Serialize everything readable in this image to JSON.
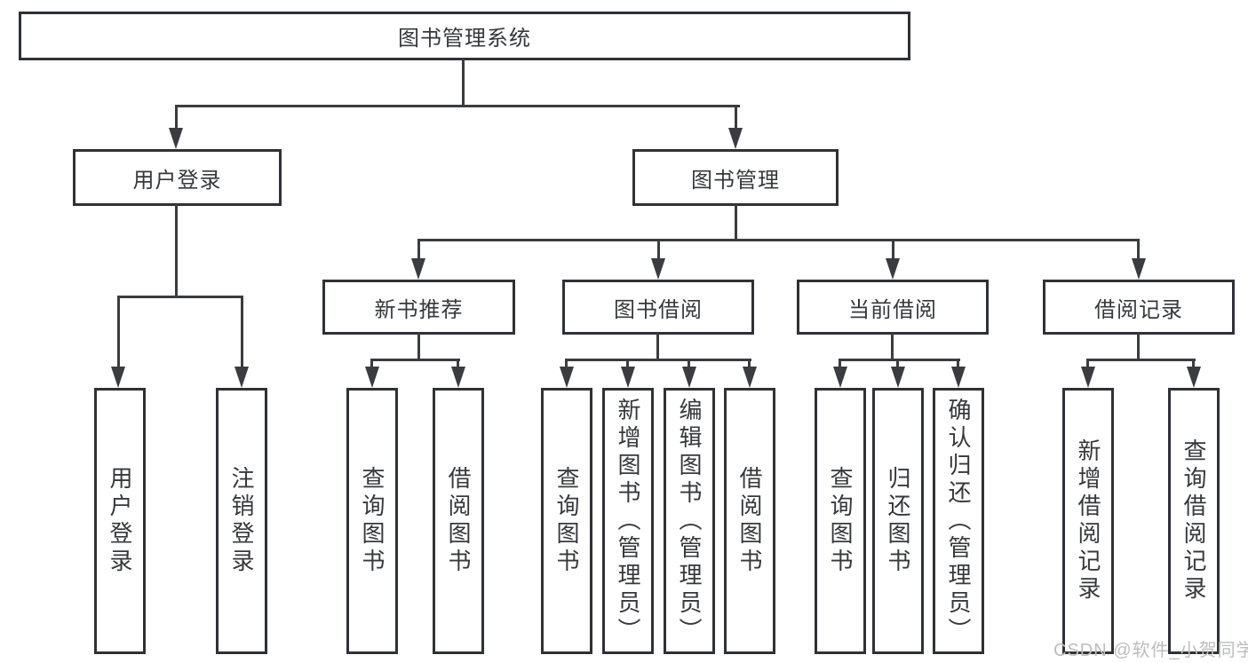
{
  "diagram": {
    "root": {
      "label": "图书管理系统"
    },
    "level2": [
      {
        "label": "用户登录"
      },
      {
        "label": "图书管理"
      }
    ],
    "level3": [
      {
        "label": "新书推荐"
      },
      {
        "label": "图书借阅"
      },
      {
        "label": "当前借阅"
      },
      {
        "label": "借阅记录"
      }
    ],
    "leaves": {
      "user_login": [
        "用户登录",
        "注销登录"
      ],
      "new_book_recommend": [
        "查询图书",
        "借阅图书"
      ],
      "book_borrow": [
        "查询图书",
        "新增图书（管理员）",
        "编辑图书（管理员）",
        "借阅图书"
      ],
      "current_borrow": [
        "查询图书",
        "归还图书",
        "确认归还（管理员）"
      ],
      "borrow_records": [
        "新增借阅记录",
        "查询借阅记录"
      ]
    }
  },
  "colors": {
    "line": "#3a3c40",
    "text": "#36383c",
    "box_border": "#2f3136",
    "watermark": "#bdbdbd"
  },
  "watermark": "CSDN @软件_小贺同学"
}
